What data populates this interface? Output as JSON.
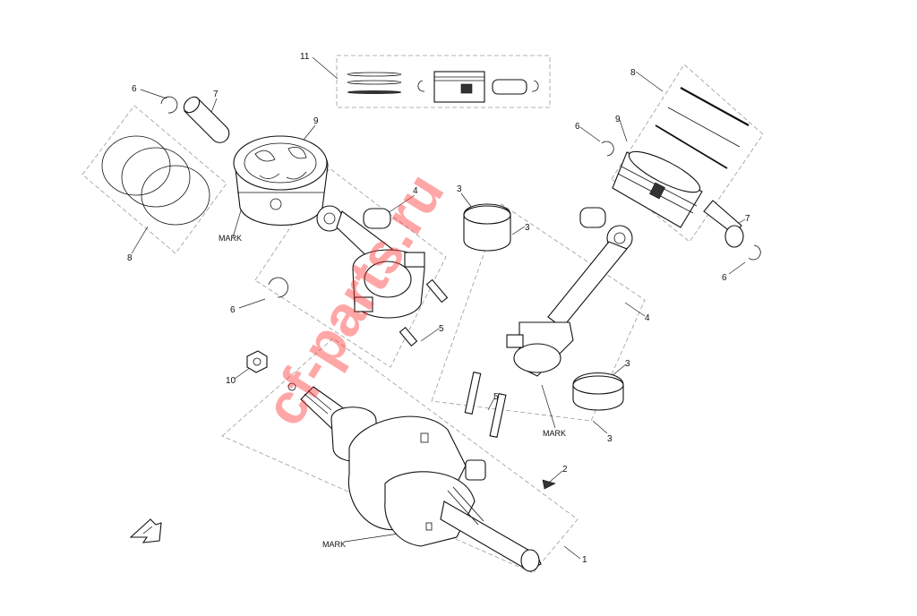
{
  "diagram": {
    "callouts": [
      {
        "id": "c11",
        "text": "11"
      },
      {
        "id": "c6a",
        "text": "6"
      },
      {
        "id": "c7a",
        "text": "7"
      },
      {
        "id": "c9a",
        "text": "9"
      },
      {
        "id": "c8a",
        "text": "8"
      },
      {
        "id": "c4a",
        "text": "4"
      },
      {
        "id": "c3a",
        "text": "3"
      },
      {
        "id": "c3b",
        "text": "3"
      },
      {
        "id": "c6b",
        "text": "6"
      },
      {
        "id": "c5a",
        "text": "5"
      },
      {
        "id": "c10",
        "text": "10"
      },
      {
        "id": "c8b",
        "text": "8"
      },
      {
        "id": "c9b",
        "text": "9"
      },
      {
        "id": "c6c",
        "text": "6"
      },
      {
        "id": "c7b",
        "text": "7"
      },
      {
        "id": "c6d",
        "text": "6"
      },
      {
        "id": "c4b",
        "text": "4"
      },
      {
        "id": "c3c",
        "text": "3"
      },
      {
        "id": "c5b",
        "text": "5"
      },
      {
        "id": "c3d",
        "text": "3"
      },
      {
        "id": "c2",
        "text": "2"
      },
      {
        "id": "c1",
        "text": "1"
      }
    ],
    "marks": [
      {
        "id": "m1",
        "text": "MARK"
      },
      {
        "id": "m2",
        "text": "MARK"
      },
      {
        "id": "m3",
        "text": "MARK"
      }
    ],
    "watermark": "cf-parts.ru",
    "direction_icon": "front-direction-arrow-icon"
  }
}
